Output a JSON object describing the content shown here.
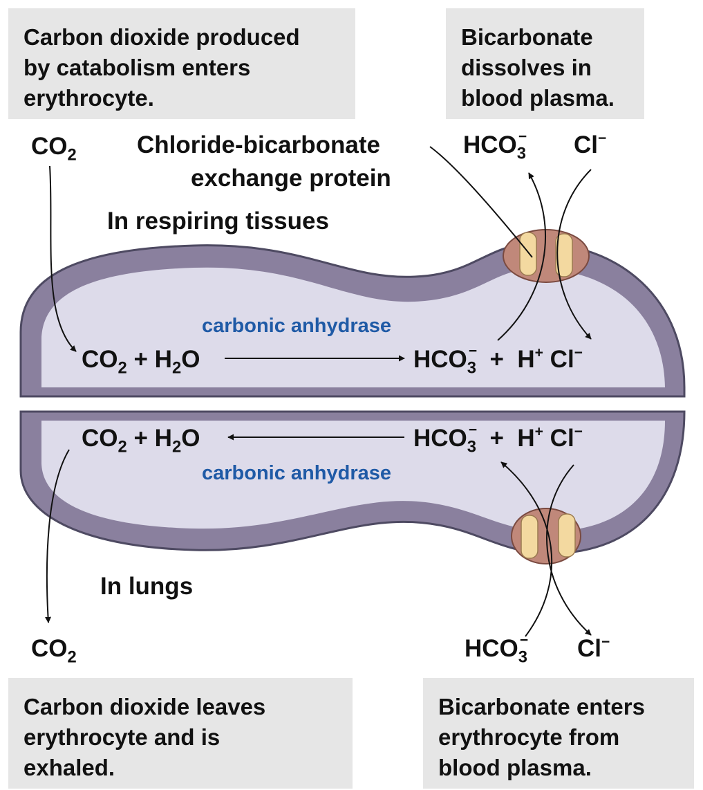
{
  "boxes": {
    "top_left": [
      "Carbon dioxide produced",
      "by catabolism enters",
      "erythrocyte."
    ],
    "top_right": [
      "Bicarbonate",
      "dissolves in",
      "blood plasma."
    ],
    "bottom_left": [
      "Carbon dioxide leaves",
      "erythrocyte and is",
      "exhaled."
    ],
    "bottom_right": [
      "Bicarbonate enters",
      "erythrocyte from",
      "blood plasma."
    ]
  },
  "labels": {
    "protein_line1": "Chloride-bicarbonate",
    "protein_line2": "exchange protein",
    "respiring": "In respiring tissues",
    "lungs": "In lungs",
    "enzyme": "carbonic anhydrase"
  },
  "species": {
    "co2": "CO",
    "co2_sub": "2",
    "h2o_h": "H",
    "h2o_sub": "2",
    "h2o_o": "O",
    "plus": "+",
    "hco3": "HCO",
    "hco3_sub": "3",
    "minus": "−",
    "h": "H",
    "hplus": "+",
    "cl": "Cl"
  },
  "colors": {
    "membrane": "#8a809e",
    "membrane_edge": "#4e4a62",
    "cytoplasm": "#dddbea",
    "protein_outer": "#c0887a",
    "protein_inner": "#f3d9a0",
    "enzyme_text": "#1f5aa6",
    "box_fill": "#e6e6e6"
  }
}
